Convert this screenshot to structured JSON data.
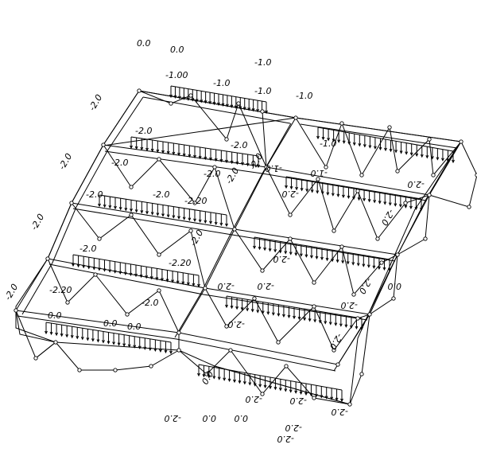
{
  "diagram": {
    "stroke_color": "#000000",
    "background_color": "#ffffff",
    "load_labels": [
      {
        "id": "l1",
        "text": "0.0"
      },
      {
        "id": "l2",
        "text": "0.0"
      },
      {
        "id": "l3",
        "text": "-1.0"
      },
      {
        "id": "l4",
        "text": "-1.00"
      },
      {
        "id": "l5",
        "text": "-1.0"
      },
      {
        "id": "l6",
        "text": "-1.0"
      },
      {
        "id": "l7",
        "text": "-1.0"
      },
      {
        "id": "l8",
        "text": "-2.0"
      },
      {
        "id": "l9",
        "text": "-2.0"
      },
      {
        "id": "l10",
        "text": "-2.0"
      },
      {
        "id": "l11",
        "text": "-2.0"
      },
      {
        "id": "l12",
        "text": "-2.0"
      },
      {
        "id": "l13",
        "text": "-2.0"
      },
      {
        "id": "l14",
        "text": "-2.20"
      },
      {
        "id": "l15",
        "text": "-2.0"
      },
      {
        "id": "l16",
        "text": "-2.0"
      },
      {
        "id": "l17",
        "text": "-2.0"
      },
      {
        "id": "l18",
        "text": "-2.0"
      },
      {
        "id": "l19",
        "text": "-2.0"
      },
      {
        "id": "l20",
        "text": "-2.20"
      },
      {
        "id": "l21",
        "text": "-2.0"
      },
      {
        "id": "l22",
        "text": "-2.0"
      },
      {
        "id": "l23",
        "text": "-2.20"
      },
      {
        "id": "l24",
        "text": "-2.0"
      },
      {
        "id": "l25",
        "text": "0.0"
      },
      {
        "id": "l26",
        "text": "0.0"
      },
      {
        "id": "l27",
        "text": "0.0"
      },
      {
        "id": "l28",
        "text": "-1.0"
      },
      {
        "id": "l29",
        "text": "-1.0"
      },
      {
        "id": "l30",
        "text": "-1.0"
      },
      {
        "id": "l31",
        "text": "-2.0"
      },
      {
        "id": "l32",
        "text": "-2.0"
      },
      {
        "id": "l33",
        "text": "-2.0"
      },
      {
        "id": "l34",
        "text": "-2.0"
      },
      {
        "id": "l35",
        "text": "-2.0"
      },
      {
        "id": "l36",
        "text": "-2.0"
      },
      {
        "id": "l37",
        "text": "-2.0"
      },
      {
        "id": "l38",
        "text": "-2.0"
      },
      {
        "id": "l39",
        "text": "0.0"
      },
      {
        "id": "l40",
        "text": "-2.0"
      },
      {
        "id": "l41",
        "text": "-2.0"
      },
      {
        "id": "l42",
        "text": "0.0"
      },
      {
        "id": "l43",
        "text": "-2.0"
      },
      {
        "id": "l44",
        "text": "-2.0"
      },
      {
        "id": "l45",
        "text": "-2.0"
      },
      {
        "id": "l46",
        "text": "-2.0"
      },
      {
        "id": "l47",
        "text": "0.0"
      },
      {
        "id": "l48",
        "text": "0.0"
      },
      {
        "id": "l49",
        "text": "-2.0"
      },
      {
        "id": "l50",
        "text": "-2.0"
      },
      {
        "id": "l51",
        "text": "-2.0"
      }
    ]
  }
}
